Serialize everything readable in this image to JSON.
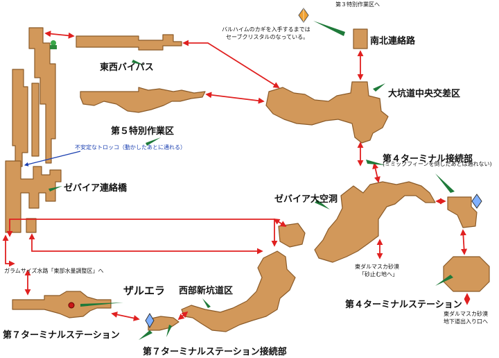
{
  "colors": {
    "room": "#d2985a",
    "room_edge": "#8a5a28",
    "route": "#e02020",
    "pointer": "#1f7a3a",
    "blue": "#1a3fb0"
  },
  "labels": {
    "east_west_bypass": "東西バイパス",
    "special_work_5": "第５特別作業区",
    "zebaia_bridge": "ゼバイア連絡橋",
    "north_south_passage": "南北連絡路",
    "central_crossing": "大坑道中央交差区",
    "terminal4_junction": "第４ターミナル接続部",
    "terminal4_junction_note": "(ミミックフィーンを倒したあとは通れない)",
    "zebaia_cavern": "ゼバイア大空洞",
    "terminal4_station": "第４ターミナルステーション",
    "west_new_tunnel": "西部新坑道区",
    "terminal7_station": "第７ターミナルステーション",
    "terminal7_junction": "第７ターミナルステーション接続部",
    "boss": "ザルエラ",
    "to_special_work_3": "第３特別作業区へ",
    "crystal_note_1": "バルハイムのカギを入手するまでは",
    "crystal_note_2": "セーブクリスタルのなっている。",
    "trolley_note": "不安定なトロッコ（動かしたあとに通れる）",
    "to_garamsythe": "ガラムサイズ水路「東部水量調整区」へ",
    "east_dalmasca_1": "東ダルマスカ砂漠",
    "east_dalmasca_2": "「砂止む地へ」",
    "east_dalmasca_underground_1": "東ダルマスカ砂漠",
    "east_dalmasca_underground_2": "地下道出入り口へ"
  },
  "icons": [
    "save-crystal-icon",
    "teleport-crystal-icon",
    "boss-marker-icon",
    "green-npc-icon"
  ]
}
